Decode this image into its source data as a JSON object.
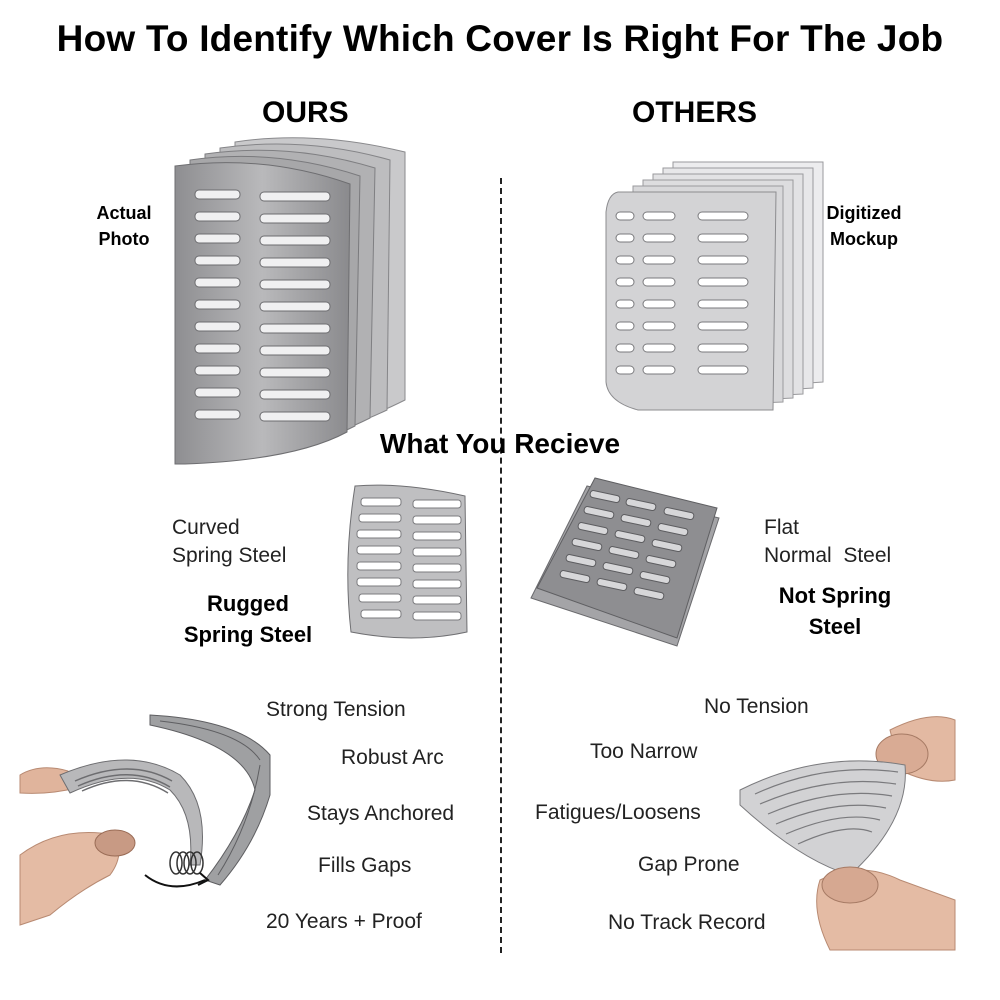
{
  "title": "How To Identify Which Cover Is Right For The Job",
  "ours": {
    "heading": "OURS",
    "photo_label_line1": "Actual",
    "photo_label_line2": "Photo",
    "steel_line1": "Curved",
    "steel_line2": "Spring Steel",
    "bold_line1": "Rugged",
    "bold_line2": "Spring Steel",
    "features": [
      "Strong Tension",
      "Robust Arc",
      "Stays Anchored",
      "Fills Gaps",
      "20 Years + Proof"
    ]
  },
  "others": {
    "heading": "OTHERS",
    "photo_label_line1": "Digitized",
    "photo_label_line2": "Mockup",
    "steel_line1": "Flat",
    "steel_line2": "Normal  Steel",
    "bold_line1": "Not Spring",
    "bold_line2": "Steel",
    "features": [
      "No Tension",
      "Too Narrow",
      "Fatigues/Loosens",
      "Gap Prone",
      "No Track Record"
    ]
  },
  "receive_heading": "What You Recieve",
  "colors": {
    "steel": "#a9a9ab",
    "steel_dark": "#7d7d80",
    "steel_light": "#d4d4d6",
    "skin": "#e2b8a1",
    "text": "#000000"
  }
}
